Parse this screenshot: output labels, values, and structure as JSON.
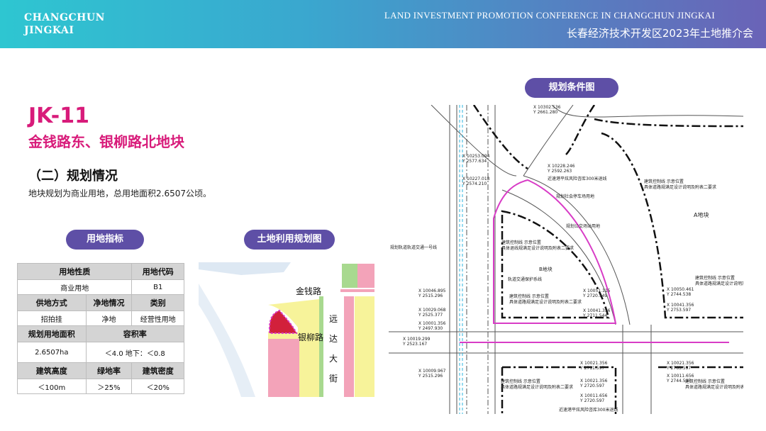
{
  "header": {
    "brand_line1": "CHANGCHUN",
    "brand_line2": "JINGKAI",
    "conference_en": "LAND INVESTMENT PROMOTION CONFERENCE IN CHANGCHUN JINGKAI",
    "conference_cn": "长春经济技术开发区2023年土地推介会"
  },
  "plot": {
    "code": "JK-11",
    "name": "金钱路东、银柳路北地块",
    "section_title": "（二）规划情况",
    "description": "地块规划为商业用地，总用地面积2.6507公顷。"
  },
  "labels": {
    "indicators": "用地指标",
    "land_use_map": "土地利用规划图",
    "conditions_map": "规划条件图"
  },
  "table": {
    "land_nature_h": "用地性质",
    "land_code_h": "用地代码",
    "land_nature": "商业用地",
    "land_code": "B1",
    "supply_h": "供地方式",
    "net_h": "净地情况",
    "category_h": "类别",
    "supply": "招拍挂",
    "net": "净地",
    "category": "经营性用地",
    "area_h": "规划用地面积",
    "far_h": "容积率",
    "area": "2.6507ha",
    "far": "＜4.0  地下：＜0.8",
    "height_h": "建筑高度",
    "green_h": "绿地率",
    "density_h": "建筑密度",
    "height": "＜100m",
    "green": "＞25%",
    "density": "＜20%"
  },
  "land_map": {
    "road1": "金钱路",
    "road2": "银柳路",
    "road3_1": "远",
    "road3_2": "达",
    "road3_3": "大",
    "road3_4": "街"
  },
  "conditions": {
    "block_a": "A地块",
    "block_b": "B地块",
    "rail": "规划轨道轨道交通一号线",
    "rail_protect": "轨道交通保护系线",
    "note1": "规划社会停车场用地",
    "note2": "规划公交场站用地",
    "note3": "近速港平炫风险咨库300米退线",
    "ctrl1": "建筑控制线 示意位置",
    "ctrl2": "具体退线规满足设计说明及附表二要求",
    "ctrl_b": "建筑控制线 示意位置",
    "ctrl_b2": "具体道路规满足设计说明及附表二要求",
    "ctrl_c": "建筑控制线 示意位置",
    "ctrl_c2": "具体道路规满足设计说明及附表二要求",
    "ctrl_d": "建筑控制线 示意位置",
    "ctrl_d2": "具体道路规满足设计说明及附表二要求",
    "ctrl_e": "建筑控制线 示意位置",
    "ctrl_e2": "具体道路规满足设计说明及附表二要求",
    "ctrl_f": "建筑控制线 示意位置",
    "ctrl_f2": "具体道路规满足设计说明及附表二要求",
    "bottom_note": "近速港平炫风险咨库300米退线",
    "c1x": "X 10302.536",
    "c1y": "Y 2661.280",
    "c2x": "X 10253.094",
    "c2y": "Y 2577.634",
    "c3x": "X 10227.018",
    "c3y": "Y 2574.210",
    "c4x": "X 10228.246",
    "c4y": "Y 2592.263",
    "c5x": "X 10046.895",
    "c5y": "Y 2515.296",
    "c6x": "X 10029.068",
    "c6y": "Y 2525.377",
    "c7x": "X 10051.115",
    "c7y": "Y 2720.549",
    "c8x": "X 10041.356",
    "c8y": "Y 2711.544",
    "c9x": "X 10050.461",
    "c9y": "Y 2744.538",
    "c10x": "X 10041.356",
    "c10y": "Y 2753.597",
    "c11x": "X 10001.356",
    "c11y": "Y 2497.930",
    "c12x": "X 10019.299",
    "c12y": "Y 2523.167",
    "c13x": "X 10009.967",
    "c13y": "Y 2515.296",
    "c14x": "X 10021.356",
    "c14y": "Y 2711.597",
    "c15x": "X 10021.356",
    "c15y": "Y 2720.597",
    "c16x": "X 10021.356",
    "c16y": "Y 2763.597",
    "c17x": "X 10011.656",
    "c17y": "Y 2744.597",
    "c18x": "X 10011.656",
    "c18y": "Y 2720.597"
  }
}
